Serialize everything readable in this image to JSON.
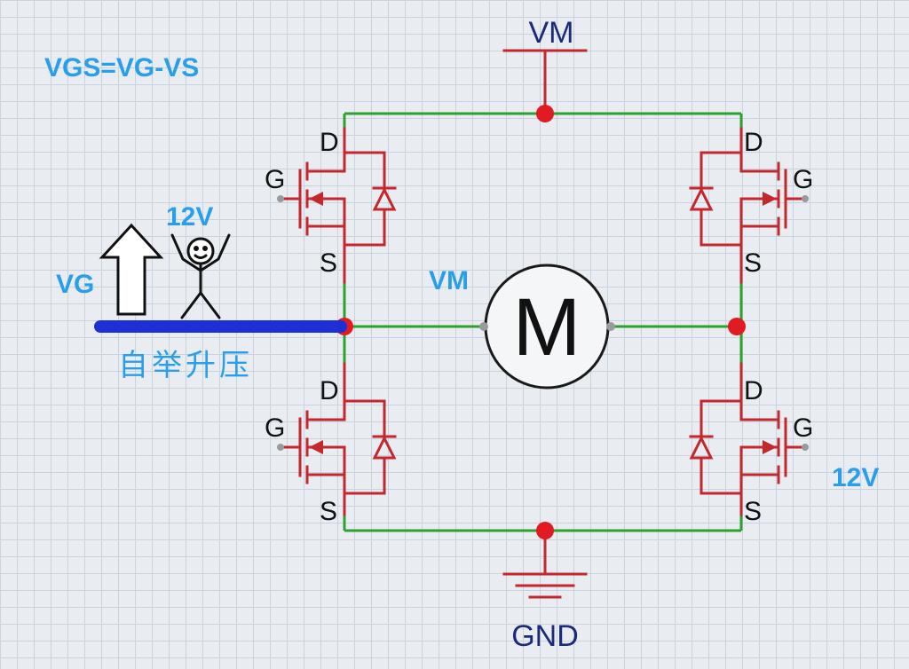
{
  "labels": {
    "equation": "VGS=VG-VS",
    "supply_top": "VM",
    "supply_mid": "VM",
    "ground": "GND",
    "motor": "M",
    "vg": "VG",
    "boost_voltage": "12V",
    "gate_voltage_right": "12V",
    "bootstrap": "自举升压"
  },
  "mosfets": [
    {
      "id": "top-left",
      "drain": "D",
      "gate": "G",
      "source": "S"
    },
    {
      "id": "bottom-left",
      "drain": "D",
      "gate": "G",
      "source": "S"
    },
    {
      "id": "top-right",
      "drain": "D",
      "gate": "G",
      "source": "S"
    },
    {
      "id": "bottom-right",
      "drain": "D",
      "gate": "G",
      "source": "S"
    }
  ],
  "colors": {
    "wire": "#2ea02e",
    "transistor": "#c3282d",
    "node": "#e01b22",
    "label_blue": "#2a9ee8",
    "bootstrap_bar": "#1f2fd6",
    "supply_label": "#1a2b7a"
  }
}
